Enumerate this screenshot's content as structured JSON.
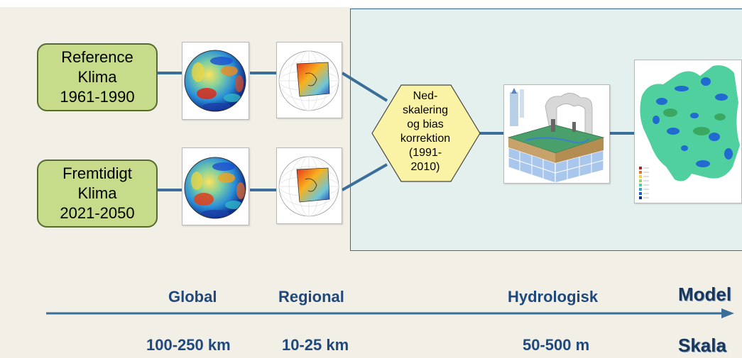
{
  "scenarios": {
    "reference": {
      "line1": "Reference",
      "line2": "Klima",
      "line3": "1961-1990"
    },
    "future": {
      "line1": "Fremtidigt",
      "line2": "Klima",
      "line3": "2021-2050"
    }
  },
  "downscaling": {
    "line1": "Ned-",
    "line2": "skalering",
    "line3": "og bias",
    "line4": "korrektion",
    "line5": "(1991-",
    "line6": "2010)"
  },
  "scale_axis": {
    "model_label": "Model",
    "scale_label": "Skala",
    "levels": [
      {
        "model": "Global",
        "scale": "100-250 km"
      },
      {
        "model": "Regional",
        "scale": "10-25 km"
      },
      {
        "model": "Hydrologisk",
        "scale": "50-500 m"
      }
    ]
  },
  "colors": {
    "connector": "#3c6e9a",
    "text_blue": "#1f497d",
    "box_fill": "#c6dc8a",
    "hex_fill": "#faf3a6",
    "panel_fill": "#e4f0ed"
  },
  "icons": [
    "globe-icon",
    "regional-domain-icon",
    "hydrology-model-icon",
    "map-icon"
  ]
}
